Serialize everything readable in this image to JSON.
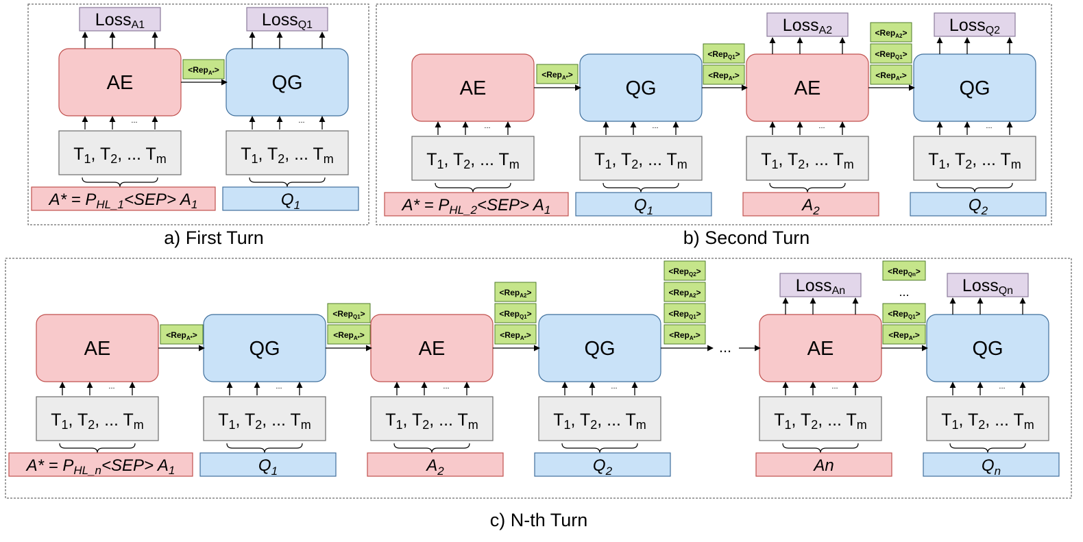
{
  "panels": {
    "a": {
      "caption": "a) First Turn",
      "modules": [
        {
          "name": "AE",
          "tokens": {
            "t1": "T",
            "s1": "1",
            "t2": ", T",
            "s2": "2",
            "t3": ", ... T",
            "s3": "m"
          },
          "dots": "...",
          "loss": {
            "base": "Loss",
            "sub": "A1"
          },
          "input": {
            "kind": "astar",
            "var": "A* = P",
            "sub1": "HL_1",
            "tail": "<SEP> A",
            "sub2": "1"
          }
        },
        {
          "name": "QG",
          "tokens": {
            "t1": "T",
            "s1": "1",
            "t2": ", T",
            "s2": "2",
            "t3": ", ... T",
            "s3": "m"
          },
          "dots": "...",
          "loss": {
            "base": "Loss",
            "sub": "Q1"
          },
          "input": {
            "kind": "simple",
            "var": "Q",
            "sub": "1"
          }
        }
      ],
      "reps": [
        {
          "labels": [
            {
              "base": "<Rep",
              "sub": "A*",
              "tail": ">"
            }
          ]
        }
      ]
    },
    "b": {
      "caption": "b) Second Turn",
      "modules": [
        {
          "name": "AE",
          "tokens": {
            "t1": "T",
            "s1": "1",
            "t2": ", T",
            "s2": "2",
            "t3": ", ... T",
            "s3": "m"
          },
          "dots": "...",
          "input": {
            "kind": "astar",
            "var": "A* = P",
            "sub1": "HL_2",
            "tail": "<SEP> A",
            "sub2": "1"
          }
        },
        {
          "name": "QG",
          "tokens": {
            "t1": "T",
            "s1": "1",
            "t2": ", T",
            "s2": "2",
            "t3": ", ... T",
            "s3": "m"
          },
          "dots": "...",
          "input": {
            "kind": "simple",
            "var": "Q",
            "sub": "1"
          }
        },
        {
          "name": "AE",
          "tokens": {
            "t1": "T",
            "s1": "1",
            "t2": ", T",
            "s2": "2",
            "t3": ", ... T",
            "s3": "m"
          },
          "dots": "...",
          "loss": {
            "base": "Loss",
            "sub": "A2"
          },
          "input": {
            "kind": "simple",
            "var": "A",
            "sub": "2"
          }
        },
        {
          "name": "QG",
          "tokens": {
            "t1": "T",
            "s1": "1",
            "t2": ", T",
            "s2": "2",
            "t3": ", ... T",
            "s3": "m"
          },
          "dots": "...",
          "loss": {
            "base": "Loss",
            "sub": "Q2"
          },
          "input": {
            "kind": "simple",
            "var": "Q",
            "sub": "2"
          }
        }
      ],
      "reps": [
        {
          "labels": [
            {
              "base": "<Rep",
              "sub": "A*",
              "tail": ">"
            }
          ]
        },
        {
          "labels": [
            {
              "base": "<Rep",
              "sub": "Q1",
              "tail": ">"
            },
            {
              "base": "<Rep",
              "sub": "A*",
              "tail": ">"
            }
          ]
        },
        {
          "labels": [
            {
              "base": "<Rep",
              "sub": "A2",
              "tail": ">"
            },
            {
              "base": "<Rep",
              "sub": "Q1",
              "tail": ">"
            },
            {
              "base": "<Rep",
              "sub": "A*",
              "tail": ">"
            }
          ]
        }
      ]
    },
    "c": {
      "caption": "c) N-th Turn",
      "modules": [
        {
          "name": "AE",
          "tokens": {
            "t1": "T",
            "s1": "1",
            "t2": ", T",
            "s2": "2",
            "t3": ", ... T",
            "s3": "m"
          },
          "dots": "...",
          "input": {
            "kind": "astar",
            "var": "A* = P",
            "sub1": "HL_n",
            "tail": "<SEP> A",
            "sub2": "1"
          }
        },
        {
          "name": "QG",
          "tokens": {
            "t1": "T",
            "s1": "1",
            "t2": ", T",
            "s2": "2",
            "t3": ", ... T",
            "s3": "m"
          },
          "dots": "...",
          "input": {
            "kind": "simple",
            "var": "Q",
            "sub": "1"
          }
        },
        {
          "name": "AE",
          "tokens": {
            "t1": "T",
            "s1": "1",
            "t2": ", T",
            "s2": "2",
            "t3": ", ... T",
            "s3": "m"
          },
          "dots": "...",
          "input": {
            "kind": "simple",
            "var": "A",
            "sub": "2"
          }
        },
        {
          "name": "QG",
          "tokens": {
            "t1": "T",
            "s1": "1",
            "t2": ", T",
            "s2": "2",
            "t3": ", ... T",
            "s3": "m"
          },
          "dots": "...",
          "input": {
            "kind": "simple",
            "var": "Q",
            "sub": "2"
          }
        },
        {
          "name": "AE",
          "tokens": {
            "t1": "T",
            "s1": "1",
            "t2": ", T",
            "s2": "2",
            "t3": ", ... T",
            "s3": "m"
          },
          "dots": "...",
          "loss": {
            "base": "Loss",
            "sub": "An"
          },
          "input": {
            "kind": "simple",
            "var": "An",
            "sub": ""
          }
        },
        {
          "name": "QG",
          "tokens": {
            "t1": "T",
            "s1": "1",
            "t2": ", T",
            "s2": "2",
            "t3": ", ... T",
            "s3": "m"
          },
          "dots": "...",
          "loss": {
            "base": "Loss",
            "sub": "Qn"
          },
          "input": {
            "kind": "simple",
            "var": "Q",
            "sub": "n"
          }
        }
      ],
      "reps": [
        {
          "labels": [
            {
              "base": "<Rep",
              "sub": "A*",
              "tail": ">"
            }
          ]
        },
        {
          "labels": [
            {
              "base": "<Rep",
              "sub": "Q1",
              "tail": ">"
            },
            {
              "base": "<Rep",
              "sub": "A*",
              "tail": ">"
            }
          ]
        },
        {
          "labels": [
            {
              "base": "<Rep",
              "sub": "A2",
              "tail": ">"
            },
            {
              "base": "<Rep",
              "sub": "Q1",
              "tail": ">"
            },
            {
              "base": "<Rep",
              "sub": "A*",
              "tail": ">"
            }
          ]
        },
        {
          "labels": [
            {
              "base": "<Rep",
              "sub": "Q2",
              "tail": ">"
            },
            {
              "base": "<Rep",
              "sub": "A2",
              "tail": ">"
            },
            {
              "base": "<Rep",
              "sub": "Q1",
              "tail": ">"
            },
            {
              "base": "<Rep",
              "sub": "A*",
              "tail": ">"
            }
          ]
        },
        {
          "labels": [
            {
              "base": "<Rep",
              "sub": "Qn",
              "tail": ">"
            },
            {
              "base": "...",
              "sub": "",
              "tail": ""
            },
            {
              "base": "<Rep",
              "sub": "Q1",
              "tail": ">"
            },
            {
              "base": "<Rep",
              "sub": "A*",
              "tail": ">"
            }
          ]
        }
      ],
      "ellipsis": "..."
    }
  },
  "colors": {
    "ae_fill": "#f8c9cb",
    "ae_stroke": "#c0504d",
    "qg_fill": "#c9e2f8",
    "qg_stroke": "#3f6f9c",
    "token_fill": "#ececec",
    "token_stroke": "#6b6b6b",
    "loss_fill": "#e2d6ea",
    "loss_stroke": "#8a7a9a",
    "rep_fill": "#c5e58a",
    "rep_stroke": "#4e7a2a"
  }
}
